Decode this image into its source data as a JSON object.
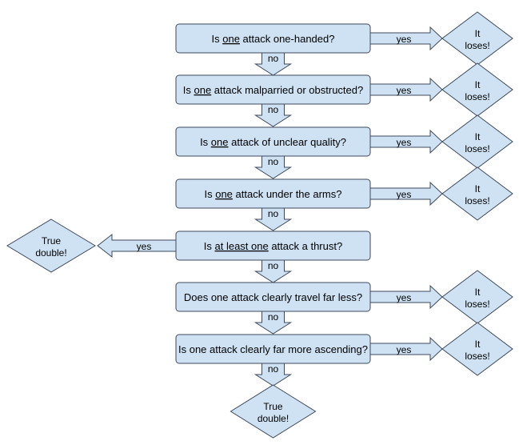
{
  "questions": [
    {
      "prefix": "Is ",
      "underlined": "one",
      "suffix": " attack one-handed?",
      "side_label": "yes",
      "side_result": [
        "It",
        "loses!"
      ],
      "down_label": "no"
    },
    {
      "prefix": "Is ",
      "underlined": "one",
      "suffix": " attack malparried or obstructed?",
      "side_label": "yes",
      "side_result": [
        "It",
        "loses!"
      ],
      "down_label": "no"
    },
    {
      "prefix": "Is ",
      "underlined": "one",
      "suffix": " attack of unclear quality?",
      "side_label": "yes",
      "side_result": [
        "It",
        "loses!"
      ],
      "down_label": "no"
    },
    {
      "prefix": "Is ",
      "underlined": "one",
      "suffix": " attack under the arms?",
      "side_label": "yes",
      "side_result": [
        "It",
        "loses!"
      ],
      "down_label": "no"
    },
    {
      "prefix": "Is ",
      "underlined": "at least one",
      "suffix": " attack a thrust?",
      "side_label": "yes",
      "side_result": [
        "True",
        "double!"
      ],
      "down_label": "no"
    },
    {
      "prefix": "Does one attack clearly travel far less?",
      "underlined": "",
      "suffix": "",
      "side_label": "yes",
      "side_result": [
        "It",
        "loses!"
      ],
      "down_label": "no"
    },
    {
      "prefix": "Is one attack clearly far more ascending?",
      "underlined": "",
      "suffix": "",
      "side_label": "yes",
      "side_result": [
        "It",
        "loses!"
      ],
      "down_label": "no"
    }
  ],
  "final_result": [
    "True",
    "double!"
  ],
  "colors": {
    "fill": "#cfe2f3",
    "stroke": "#3d4a5c"
  }
}
